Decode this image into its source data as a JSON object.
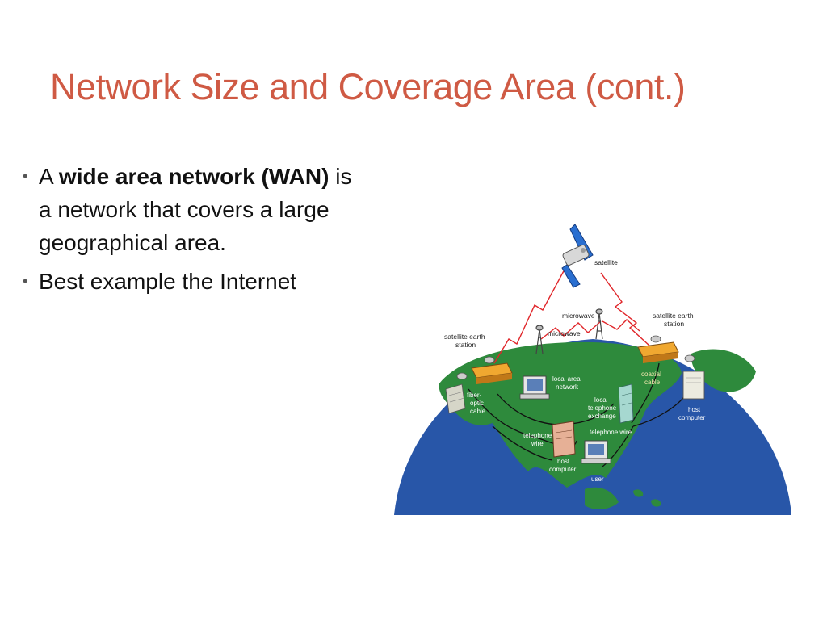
{
  "slide": {
    "title": "Network Size and Coverage Area (cont.)",
    "bullets": [
      {
        "prefix": "A ",
        "bold": "wide area network (WAN)",
        "suffix": " is a network that covers a large geographical area."
      },
      {
        "prefix": "",
        "bold": "",
        "suffix": "Best example the Internet"
      }
    ],
    "bullet_glyph": "•"
  },
  "figure": {
    "labels": {
      "satellite": "satellite",
      "microwave_top": "microwave",
      "microwave_left": "microwave",
      "sat_station_left_1": "satellite earth",
      "sat_station_left_2": "station",
      "sat_station_right_1": "satellite earth",
      "sat_station_right_2": "station",
      "lan_1": "local area",
      "lan_2": "network",
      "coaxial_1": "coaxial",
      "coaxial_2": "cable",
      "fiber_1": "fiber-",
      "fiber_2": "optic",
      "fiber_3": "cable",
      "exchange_1": "local",
      "exchange_2": "telephone",
      "exchange_3": "exchange",
      "host_right_1": "host",
      "host_right_2": "computer",
      "tel_wire_right": "telephone wire",
      "tel_wire_left_1": "telephone",
      "tel_wire_left_2": "wire",
      "host_bottom_1": "host",
      "host_bottom_2": "computer",
      "user": "user"
    },
    "colors": {
      "ocean": "#2856a8",
      "land": "#2e8a3c",
      "signal": "#e0262a",
      "station": "#f0a830"
    }
  }
}
